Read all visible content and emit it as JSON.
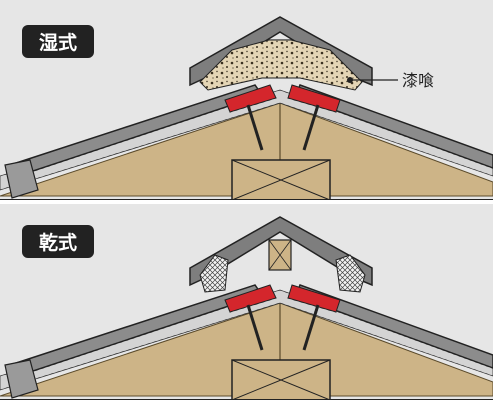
{
  "panels": [
    {
      "label": "湿式",
      "callout": "漆喰"
    },
    {
      "label": "乾式"
    }
  ],
  "colors": {
    "background": "#e6e6e6",
    "roof_tile": "#8c8c8c",
    "ridge_tile": "#7e7e7e",
    "timber": "#cdb487",
    "mortar": "#e4d5b5",
    "red_fastener": "#d4262c",
    "badge": "#222222"
  }
}
